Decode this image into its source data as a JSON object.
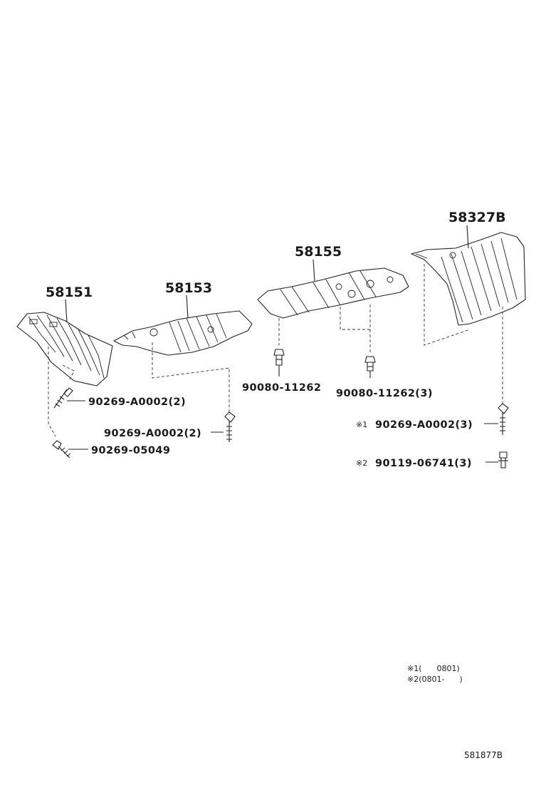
{
  "parts": {
    "p58151": "58151",
    "p58153": "58153",
    "p58155": "58155",
    "p58327b": "58327B"
  },
  "fasteners": {
    "f1": "90269-A0002(2)",
    "f2": "90269-05049",
    "f3": "90269-A0002(2)",
    "f4": "90080-11262",
    "f5": "90080-11262(3)",
    "f6": "90269-A0002(3)",
    "f7": "90119-06741(3)"
  },
  "marks": {
    "m1": "※1",
    "m2": "※2"
  },
  "notes": {
    "n1": "※1(      0801)",
    "n2": "※2(0801-      )"
  },
  "figure_number": "581877B"
}
